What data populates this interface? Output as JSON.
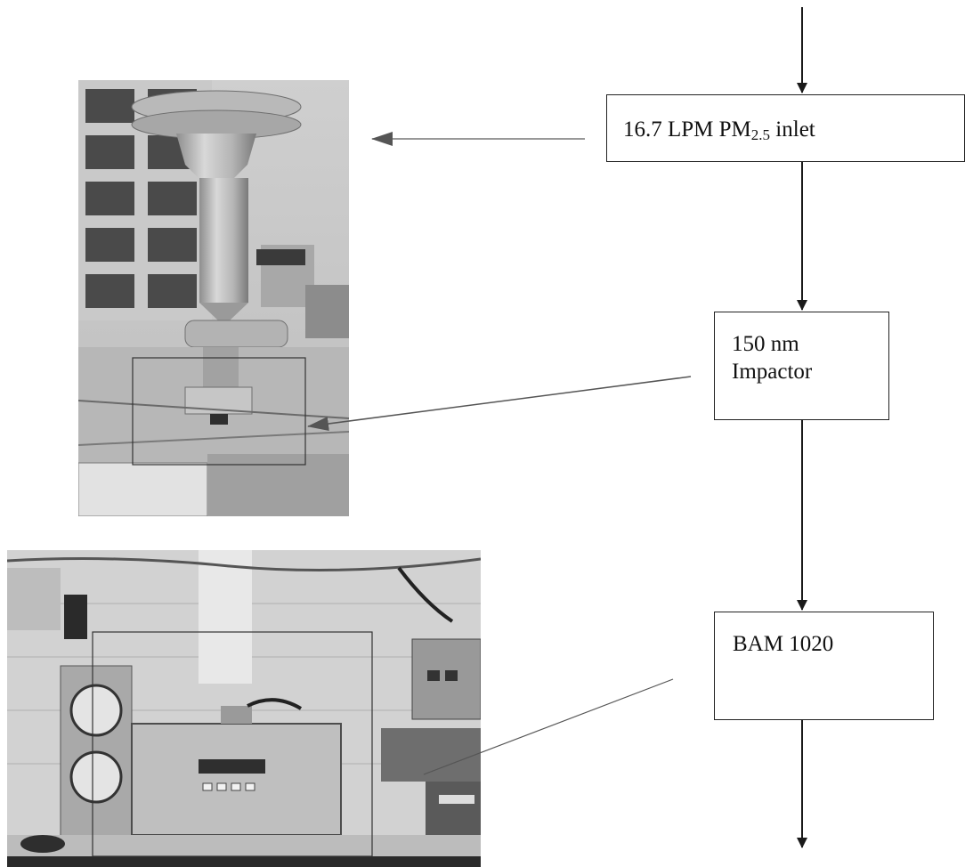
{
  "diagram": {
    "boxes": {
      "inlet": {
        "main": "16.7 LPM PM",
        "sub": "2.5",
        "tail": " inlet"
      },
      "impactor": {
        "line1": "150 nm",
        "line2": "Impactor"
      },
      "bam": {
        "label": "BAM 1020"
      }
    }
  },
  "colors": {
    "line": "#1a1a1a",
    "photo_light": "#d9d9d9",
    "photo_mid": "#9a9a9a",
    "photo_dark": "#3c3c3c"
  }
}
